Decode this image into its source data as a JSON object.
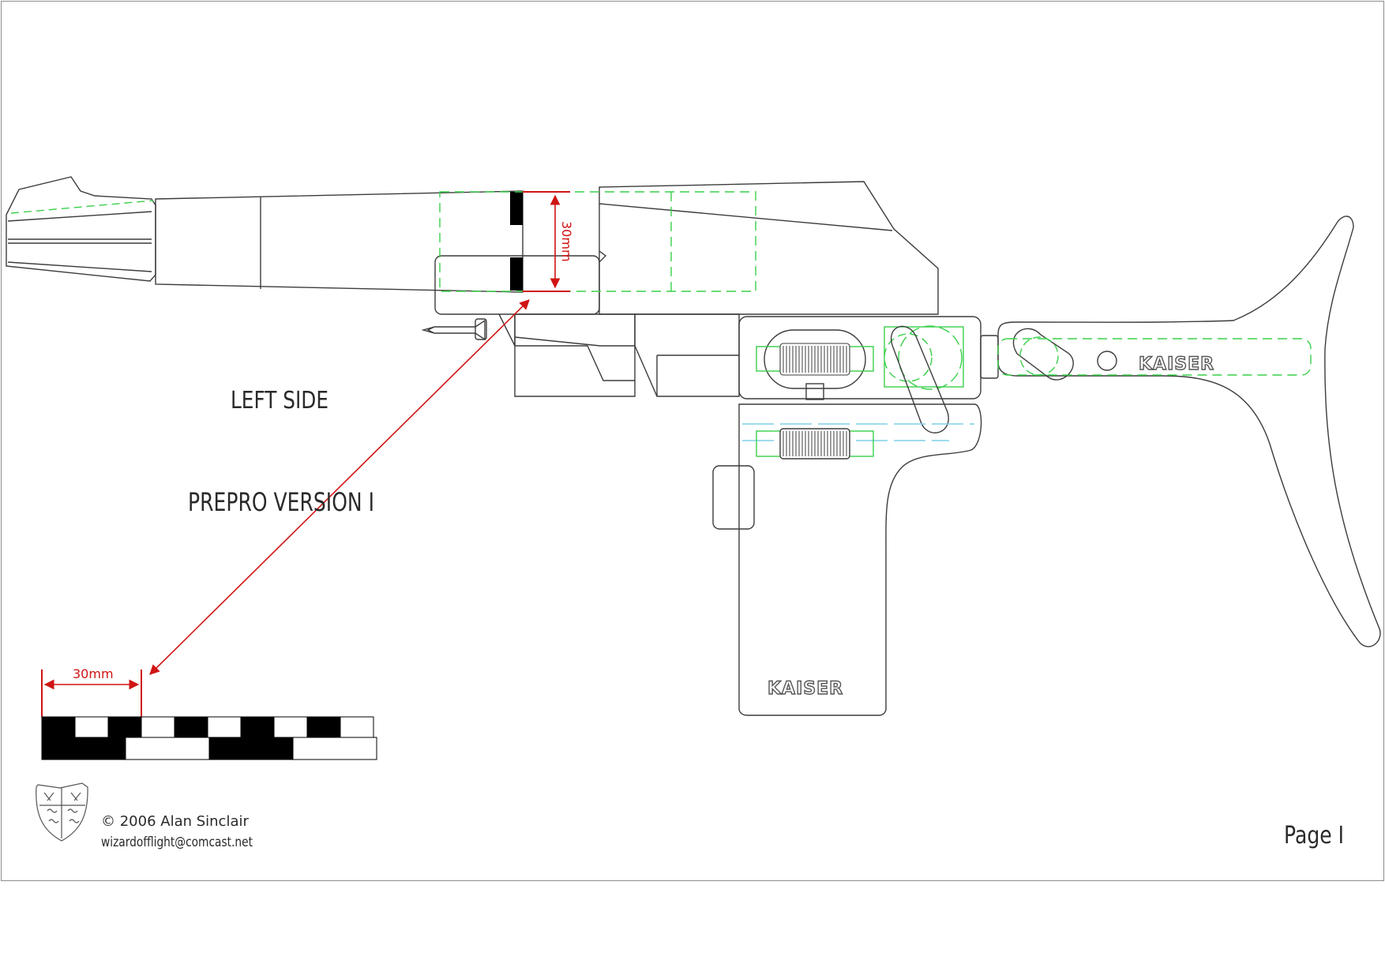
{
  "view_label": "LEFT SIDE",
  "version_label": "PREPRO VERSION I",
  "dimension": {
    "top_label": "30mm",
    "scale_label": "30mm"
  },
  "brand": {
    "stock": "KAISER",
    "grip": "KAISER"
  },
  "credits": {
    "copyright": "© 2006 Alan Sinclair",
    "email": "wizardofflight@comcast.net"
  },
  "page_label": "Page I",
  "colors": {
    "outline": "#3c3c3c",
    "hidden": "#39d04a",
    "dimension": "#d01414",
    "fill": "#000000",
    "cyan": "#7fd0e6"
  }
}
